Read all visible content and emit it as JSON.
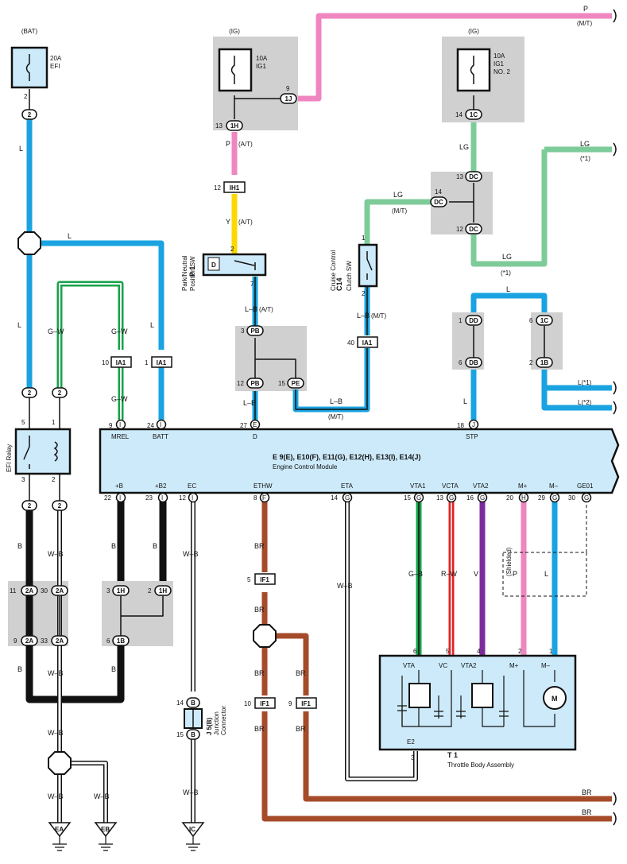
{
  "colors": {
    "L": "#1aa3e0",
    "P": "#ef86c0",
    "Y": "#fdd800",
    "LG": "#7ecb9a",
    "GW_green": "#16a34a",
    "B": "#111111",
    "BR": "#a64b2a",
    "R": "#e02424",
    "V": "#7d2a9c",
    "relay_fill": "#cdeafa",
    "junction_fill": "#d0d0d0"
  },
  "sources": {
    "bat": "(BAT)",
    "ig_left": "(IG)",
    "ig_right": "(IG)"
  },
  "fuses": {
    "efi": {
      "rating": "20A",
      "name": "EFI"
    },
    "ig1": {
      "rating": "10A",
      "name": "IG1"
    },
    "ig1no2": {
      "rating": "10A",
      "line1": "IG1",
      "line2": "NO. 2"
    }
  },
  "wires": {
    "L": "L",
    "P": "P",
    "Y": "Y",
    "LG": "LG",
    "GW": "G–W",
    "B": "B",
    "WB": "W–B",
    "LB": "L–B",
    "BR": "BR",
    "GB": "G–B",
    "RW": "R–W",
    "V": "V"
  },
  "notes": {
    "mt": "(M/T)",
    "at": "(A/T)",
    "star1": "(*1)",
    "l_star1": "L(*1)",
    "l_star2": "L(*2)",
    "shielded": "(Shielded)"
  },
  "connectors": {
    "c_2": "2",
    "c_1h": "1H",
    "c_1j": "1J",
    "c_ih1": "IH1",
    "c_1c": "1C",
    "c_dc": "DC",
    "c_ia1": "IA1",
    "c_pb": "PB",
    "c_pe": "PE",
    "c_dd": "DD",
    "c_db": "DB",
    "c_1b": "1B",
    "c_2a": "2A",
    "c_if1": "IF1",
    "c_b": "B"
  },
  "pins": {
    "p2": "2",
    "p13": "13",
    "p9": "9",
    "p12": "12",
    "p14": "14",
    "p1": "1",
    "p7": "7",
    "p3": "3",
    "p15": "15",
    "p40": "40",
    "p6": "6",
    "p10": "10",
    "p24": "24",
    "p27": "27",
    "p18": "18",
    "p5": "5",
    "p22": "22",
    "p23": "23",
    "p8": "8",
    "p16": "16",
    "p20": "20",
    "p29": "29",
    "p30": "30",
    "p11": "11",
    "p33": "33",
    "p4": "4"
  },
  "pnsw": {
    "code": "P 1",
    "name1": "Park/Neutral",
    "name2": "Position SW",
    "contact": "D"
  },
  "cruise": {
    "code": "C14",
    "name1": "Cruise Control",
    "name2": "Clutch SW"
  },
  "efi_relay": {
    "name": "EFI Relay"
  },
  "ecm": {
    "title": "E 9(E), E10(F), E11(G), E12(H), E13(I), E14(J)",
    "subtitle": "Engine Control Module",
    "top_terms": [
      "MREL",
      "BATT",
      "D",
      "STP"
    ],
    "bottom_terms": [
      "+B",
      "+B2",
      "EC",
      "ETHW",
      "ETA",
      "VTA1",
      "VCTA",
      "VTA2",
      "M+",
      "M–",
      "GE01"
    ],
    "top_letters": [
      "I",
      "I",
      "E",
      "J"
    ],
    "bottom_letters": [
      "I",
      "I",
      "I",
      "F",
      "G",
      "G",
      "G",
      "G",
      "H",
      "G",
      "G"
    ]
  },
  "jconn": {
    "code": "J 5(B)",
    "name1": "Junction",
    "name2": "Connector"
  },
  "throttle": {
    "code": "T 1",
    "name": "Throttle Body Assembly",
    "terms": [
      "VTA",
      "VC",
      "VTA2",
      "M+",
      "M–",
      "E2"
    ],
    "motor": "M"
  },
  "grounds": [
    "EA",
    "EB",
    "IC"
  ]
}
